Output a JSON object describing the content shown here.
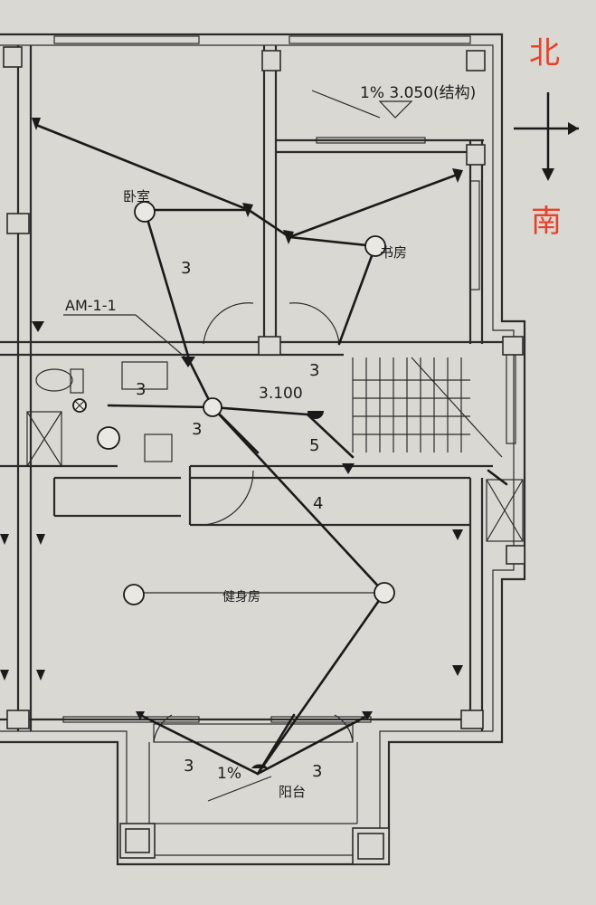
{
  "compass": {
    "north": "北",
    "south": "南"
  },
  "labels": {
    "slope_level": "1% 3.050(结构)",
    "bedroom": "卧室",
    "study": "书房",
    "fitness_room": "健身房",
    "balcony": "阳台",
    "panel": "AM-1-1",
    "floor_level": "3.100",
    "balcony_slope": "1%"
  },
  "wire_counts": {
    "bedroom_run": "3",
    "study_run": "3",
    "toilet_run": "3",
    "hall_run": "3",
    "stair_run": "5",
    "fitness_run": "4",
    "balcony_left": "3",
    "balcony_right": "3"
  },
  "colors": {
    "compass": "#e8412a",
    "paper": "#d9d8d2",
    "ink": "#1a1a1a"
  }
}
